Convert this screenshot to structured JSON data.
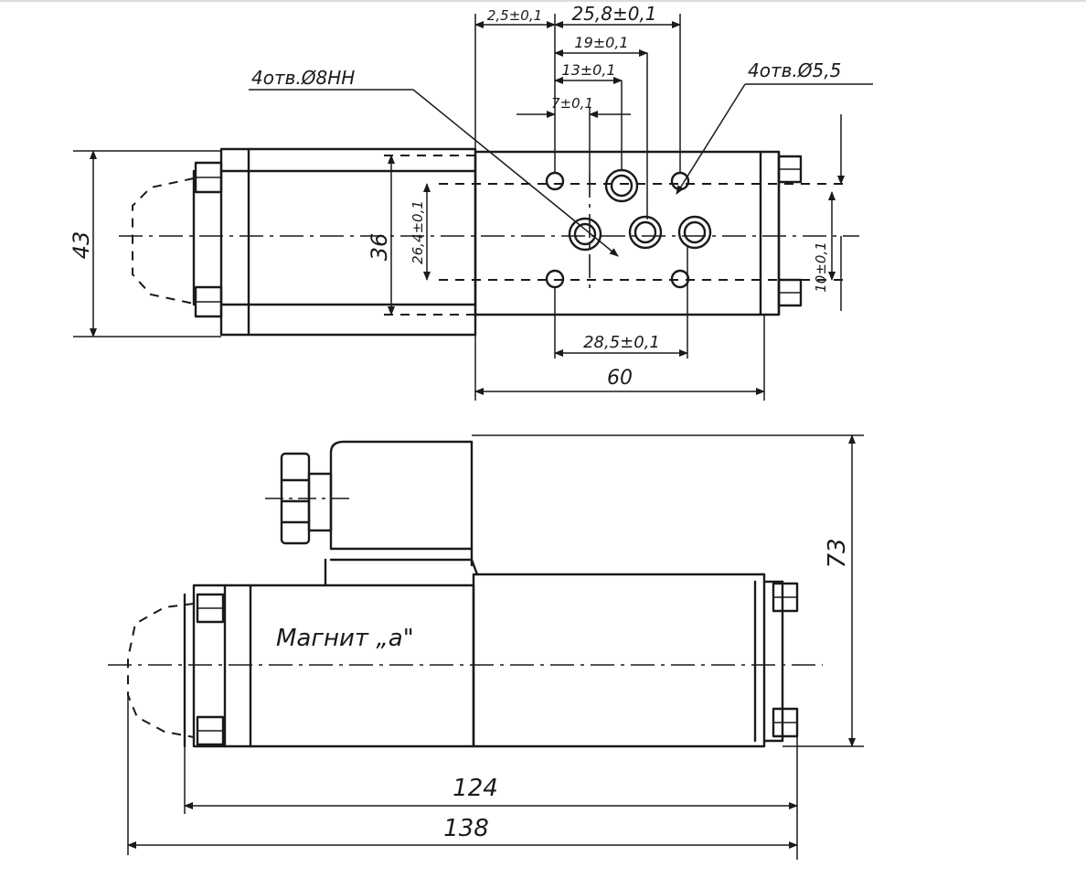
{
  "top_view": {
    "dimensions": {
      "d_2_5": "2,5±0,1",
      "d_25_8": "25,8±0,1",
      "d_19": "19±0,1",
      "d_13": "13±0,1",
      "d_7": "7±0,1",
      "d_43": "43",
      "d_36": "36",
      "d_26_4": "26,4±0,1",
      "d_10": "10±0,1",
      "d_28_5": "28,5±0,1",
      "d_60": "60"
    },
    "callouts": {
      "holes_left": "4отв.Ø8НН",
      "holes_right": "4отв.Ø5,5"
    }
  },
  "side_view": {
    "label": "Магнит „а\"",
    "dimensions": {
      "d_73": "73",
      "d_124": "124",
      "d_138": "138"
    }
  }
}
